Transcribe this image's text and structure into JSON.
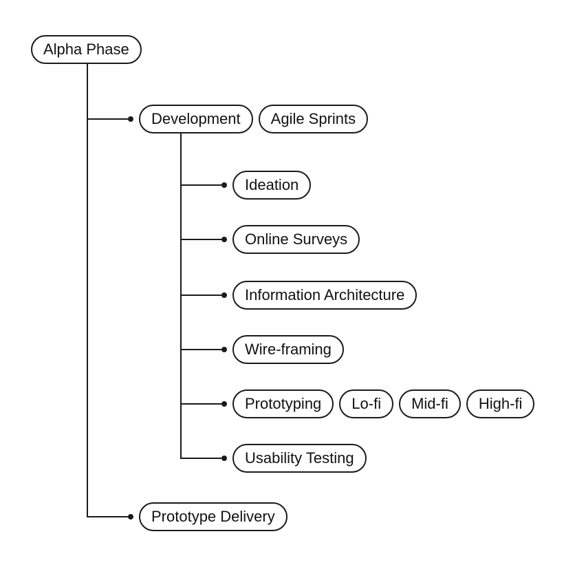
{
  "colors": {
    "stroke": "#1a1a1a",
    "node_border": "#1a1a1a",
    "node_fill": "#ffffff",
    "text": "#111111",
    "background": "#ffffff"
  },
  "diagram": {
    "type": "tree",
    "root": {
      "label": "Alpha Phase"
    },
    "level1": [
      {
        "label": "Development",
        "tags": [
          "Agile Sprints"
        ]
      },
      {
        "label": "Prototype Delivery",
        "tags": []
      }
    ],
    "development_children": [
      {
        "label": "Ideation",
        "tags": []
      },
      {
        "label": "Online Surveys",
        "tags": []
      },
      {
        "label": "Information Architecture",
        "tags": []
      },
      {
        "label": "Wire-framing",
        "tags": []
      },
      {
        "label": "Prototyping",
        "tags": [
          "Lo-fi",
          "Mid-fi",
          "High-fi"
        ]
      },
      {
        "label": "Usability Testing",
        "tags": []
      }
    ]
  }
}
